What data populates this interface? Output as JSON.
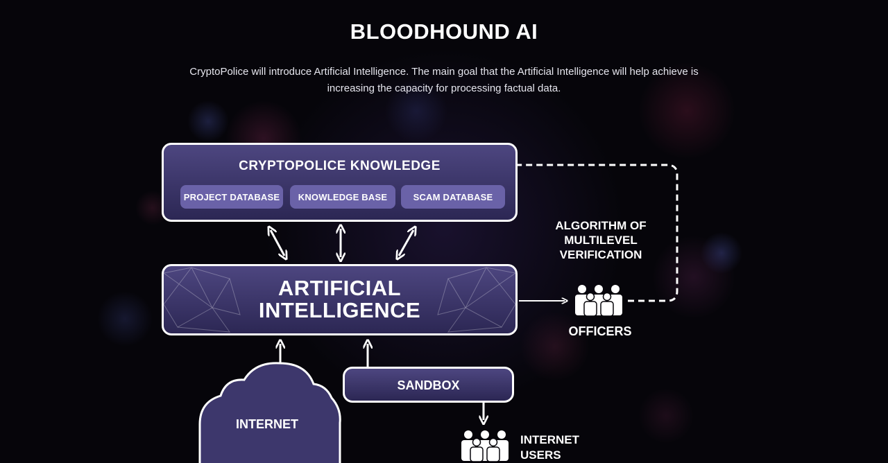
{
  "title": "BLOODHOUND AI",
  "intro": "CryptoPolice will introduce Artificial Intelligence. The main goal that the Artificial Intelligence will help achieve is increasing the capacity for processing factual data.",
  "knowledge": {
    "title": "CRYPTOPOLICE KNOWLEDGE",
    "items": [
      "PROJECT DATABASE",
      "KNOWLEDGE BASE",
      "SCAM DATABASE"
    ]
  },
  "ai": {
    "line1": "ARTIFICIAL",
    "line2": "INTELLIGENCE"
  },
  "algorithm": {
    "line1": "ALGORITHM OF",
    "line2": "MULTILEVEL",
    "line3": "VERIFICATION"
  },
  "officers": "OFFICERS",
  "sandbox": "SANDBOX",
  "internet": "INTERNET",
  "internet_users": {
    "line1": "INTERNET",
    "line2": "USERS"
  },
  "icons": [
    "group-icon",
    "cloud-icon",
    "arrow-icon"
  ],
  "colors": {
    "background": "#06050a",
    "panel": "#3c3668",
    "chip": "#6a62a8",
    "stroke": "#ffffff"
  }
}
